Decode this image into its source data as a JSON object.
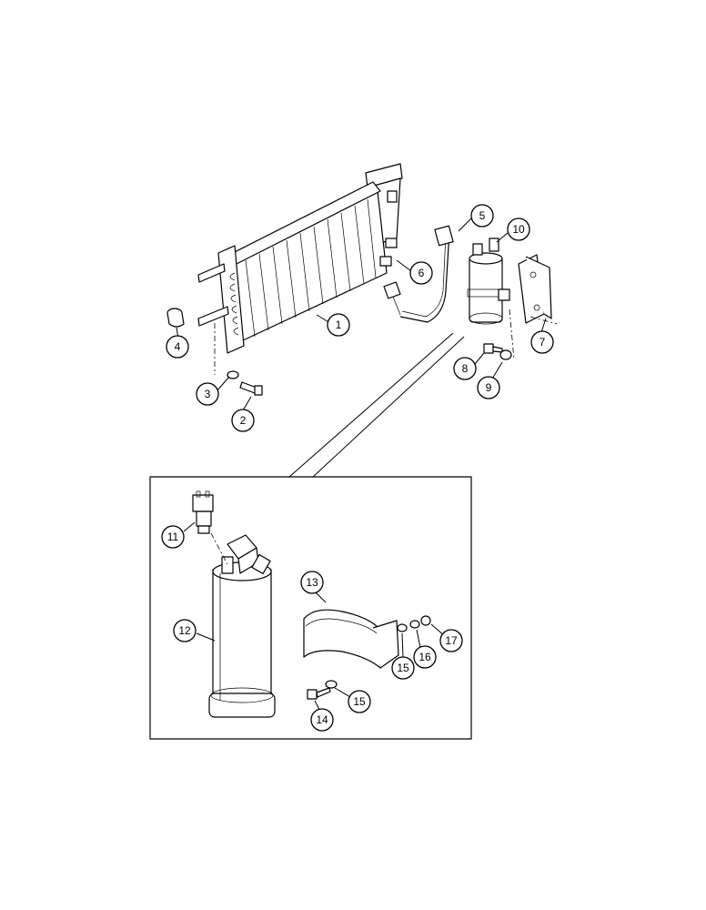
{
  "callouts": [
    {
      "id": "c1",
      "label": "1"
    },
    {
      "id": "c2",
      "label": "2"
    },
    {
      "id": "c3",
      "label": "3"
    },
    {
      "id": "c4",
      "label": "4"
    },
    {
      "id": "c5",
      "label": "5"
    },
    {
      "id": "c6",
      "label": "6"
    },
    {
      "id": "c7",
      "label": "7"
    },
    {
      "id": "c8",
      "label": "8"
    },
    {
      "id": "c9",
      "label": "9"
    },
    {
      "id": "c10",
      "label": "10"
    },
    {
      "id": "c11",
      "label": "11"
    },
    {
      "id": "c12",
      "label": "12"
    },
    {
      "id": "c13",
      "label": "13"
    },
    {
      "id": "c14",
      "label": "14"
    },
    {
      "id": "c15a",
      "label": "15"
    },
    {
      "id": "c15b",
      "label": "15"
    },
    {
      "id": "c16",
      "label": "16"
    },
    {
      "id": "c17",
      "label": "17"
    }
  ],
  "colors": {
    "line": "#000000",
    "background": "#ffffff"
  }
}
